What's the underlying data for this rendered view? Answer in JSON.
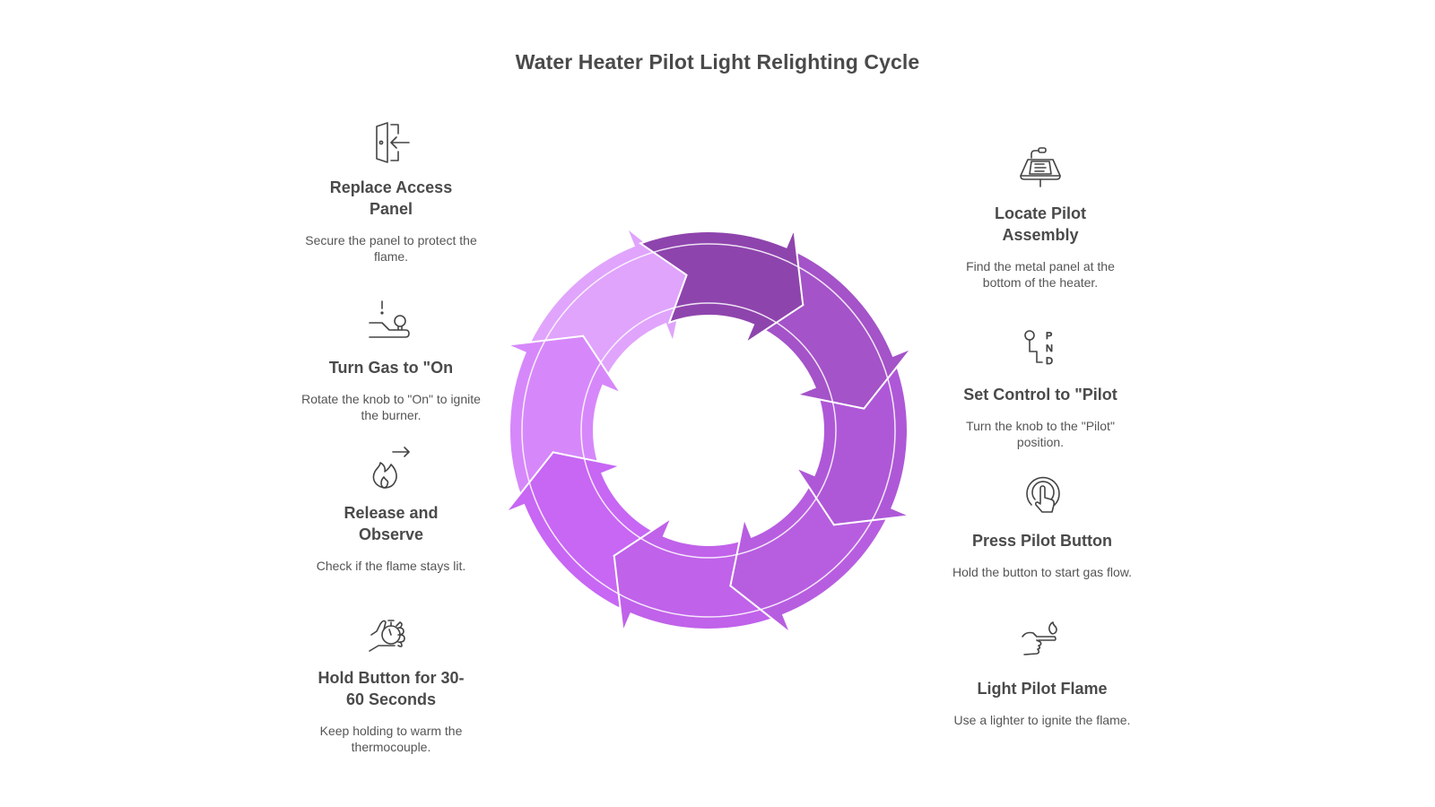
{
  "title": "Water Heater Pilot Light Relighting Cycle",
  "colors": {
    "title_text": "#4a4a4a",
    "body_text": "#555555",
    "segments": [
      "#8E44AD",
      "#A453C8",
      "#AE58D8",
      "#B75EE0",
      "#C062EA",
      "#C767F4",
      "#D688FA",
      "#E0A4FC"
    ]
  },
  "steps_left": [
    {
      "icon": "door-enter-icon",
      "heading": "Replace Access Panel",
      "heading_lines": [
        "Replace Access",
        "Panel"
      ],
      "description": "Secure the panel to protect the flame."
    },
    {
      "icon": "gas-valve-icon",
      "heading": "Turn Gas to \"On",
      "heading_lines": [
        "Turn Gas to \"On"
      ],
      "description": "Rotate the knob to \"On\" to ignite the burner."
    },
    {
      "icon": "flame-arrow-icon",
      "heading": "Release and Observe",
      "heading_lines": [
        "Release and",
        "Observe"
      ],
      "description": "Check if the flame stays lit."
    },
    {
      "icon": "hand-stopwatch-icon",
      "heading": "Hold Button for 30-60 Seconds",
      "heading_lines": [
        "Hold Button for 30-",
        "60 Seconds"
      ],
      "description": "Keep holding to warm the thermocouple."
    }
  ],
  "steps_right": [
    {
      "icon": "control-panel-icon",
      "heading": "Locate Pilot Assembly",
      "heading_lines": [
        "Locate Pilot",
        "Assembly"
      ],
      "description": "Find the metal panel at the bottom of the heater."
    },
    {
      "icon": "gear-shift-icon",
      "heading": "Set Control to \"Pilot",
      "heading_lines": [
        "Set Control to \"Pilot"
      ],
      "description": "Turn the knob to the \"Pilot\" position.",
      "shift_labels": [
        "P",
        "N",
        "D"
      ]
    },
    {
      "icon": "press-button-icon",
      "heading": "Press Pilot Button",
      "heading_lines": [
        "Press Pilot Button"
      ],
      "description": "Hold the button to start gas flow."
    },
    {
      "icon": "hand-lighter-icon",
      "heading": "Light Pilot Flame",
      "heading_lines": [
        "Light Pilot Flame"
      ],
      "description": "Use a lighter to ignite the flame."
    }
  ]
}
